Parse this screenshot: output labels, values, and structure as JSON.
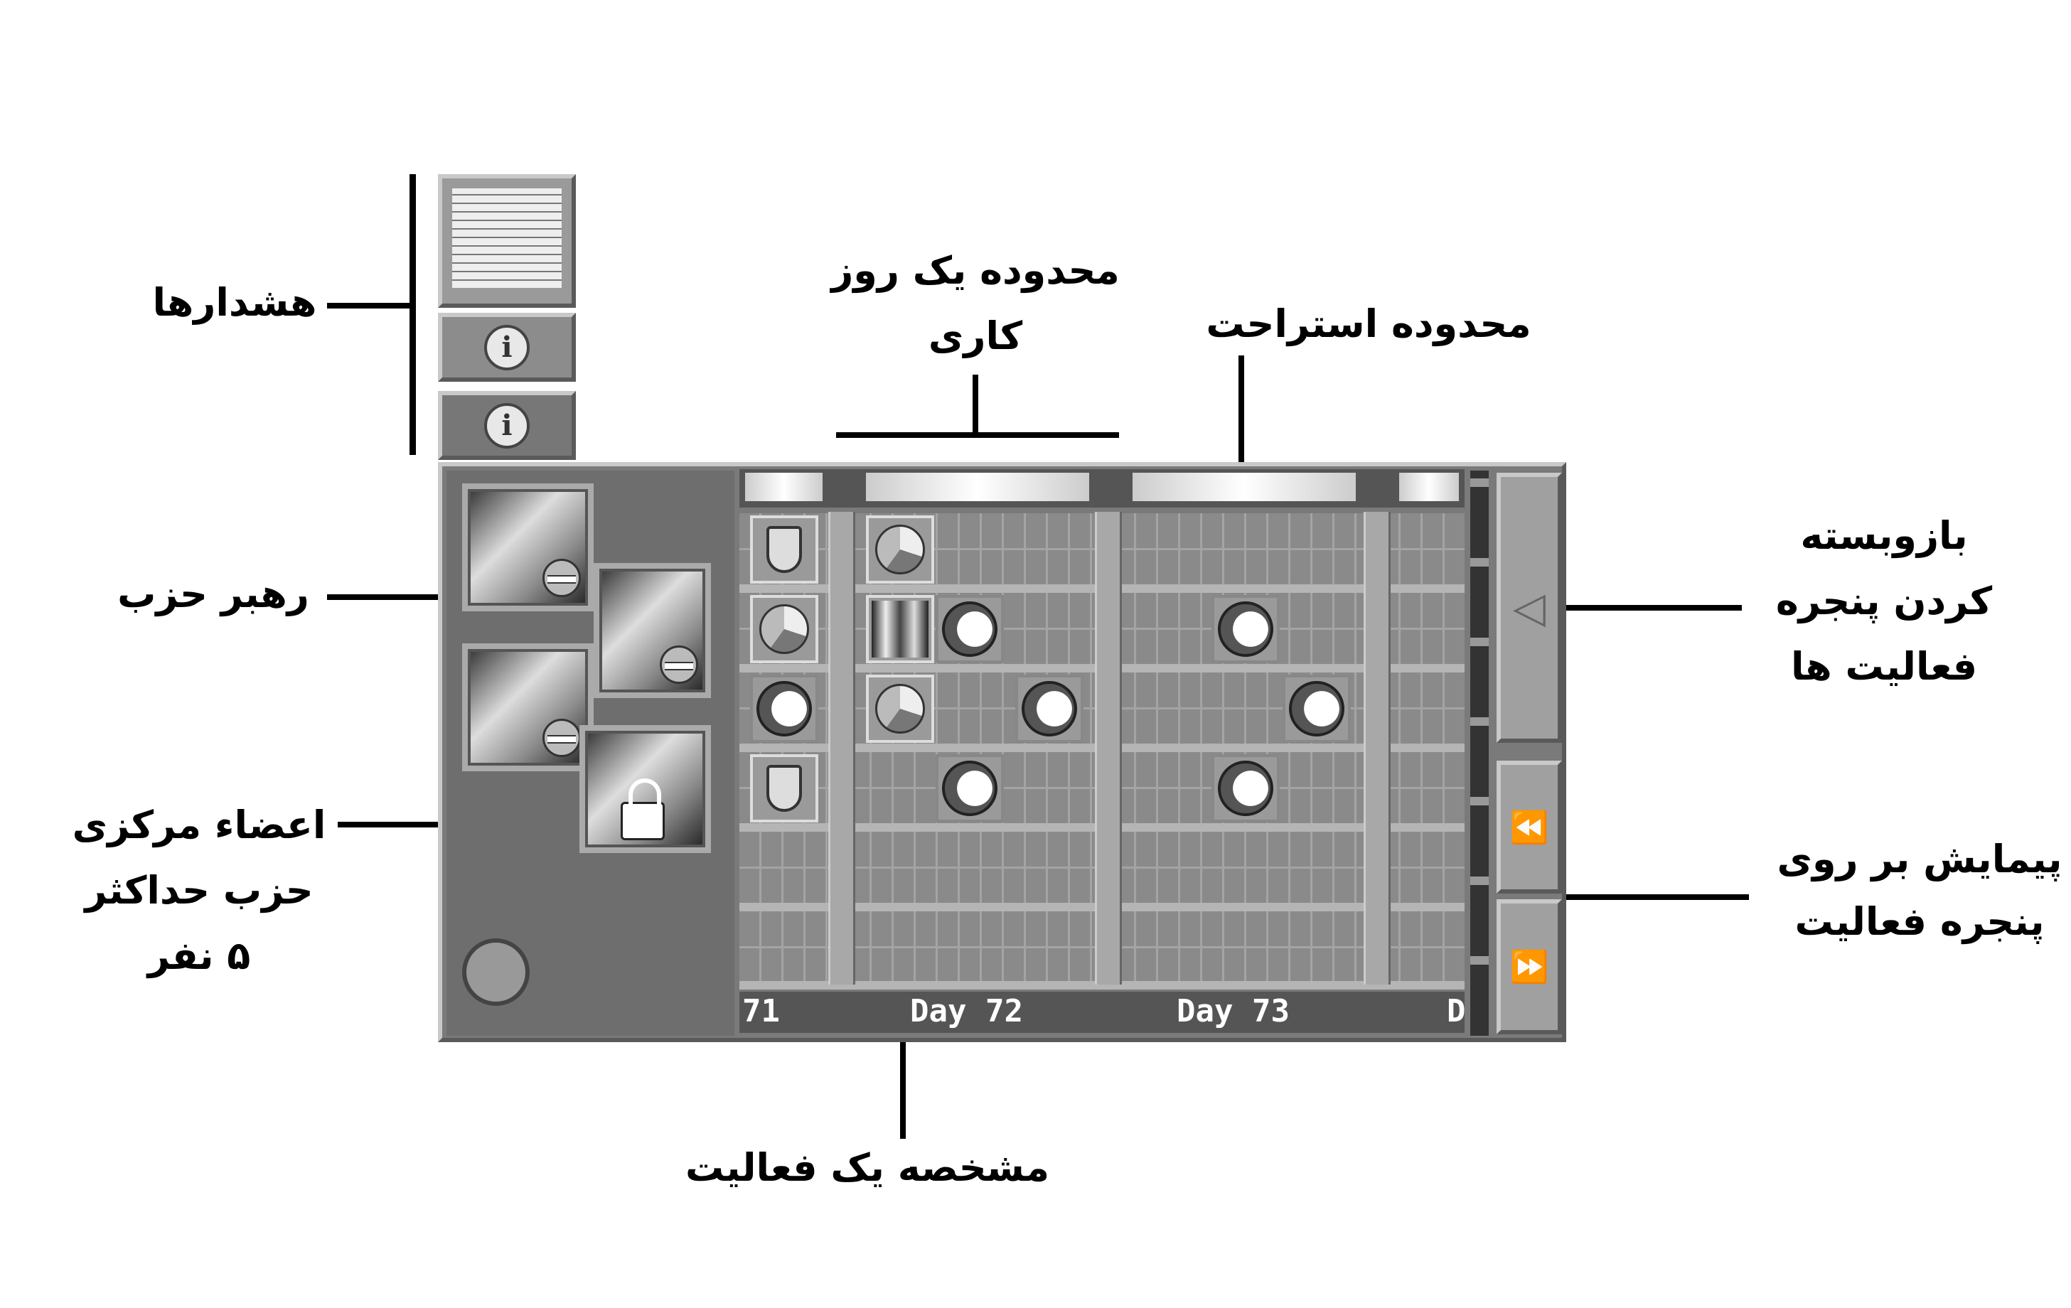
{
  "annotations": {
    "alerts": "هشدارها",
    "party_leader": "رهبر حزب",
    "central_members": [
      "اعضاء مرکزی",
      "حزب حداکثر",
      "۵ نفر"
    ],
    "work_day_range": [
      "محدوده یک روز",
      "کاری"
    ],
    "rest_range": "محدوده استراحت",
    "toggle_window": [
      "بازوبسته",
      "کردن پنجره",
      "فعالیت ها"
    ],
    "scroll_window": [
      "پیمایش بر روی",
      "پنجره فعالیت"
    ],
    "activity_marker": "مشخصه یک فعالیت"
  },
  "alerts": {
    "info_glyph": "i"
  },
  "timeline": {
    "days": [
      "71",
      "Day 72",
      "Day 73",
      "D"
    ]
  },
  "scroll": {
    "collapse": "◁",
    "rewind": "⏪",
    "forward": "⏩"
  }
}
